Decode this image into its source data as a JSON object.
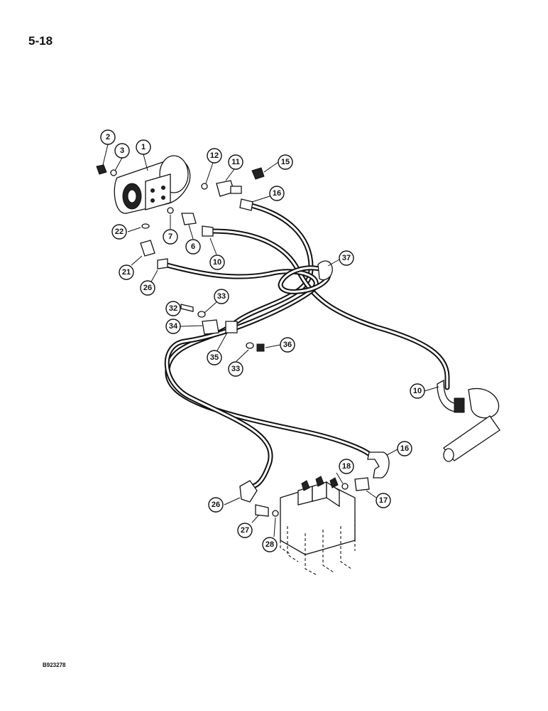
{
  "page_number": "5-18",
  "figure_code": "B923278",
  "callouts": [
    {
      "label": "2"
    },
    {
      "label": "3"
    },
    {
      "label": "1"
    },
    {
      "label": "12"
    },
    {
      "label": "11"
    },
    {
      "label": "15"
    },
    {
      "label": "16"
    },
    {
      "label": "22"
    },
    {
      "label": "7"
    },
    {
      "label": "6"
    },
    {
      "label": "10"
    },
    {
      "label": "37"
    },
    {
      "label": "21"
    },
    {
      "label": "26"
    },
    {
      "label": "33"
    },
    {
      "label": "32"
    },
    {
      "label": "34"
    },
    {
      "label": "35"
    },
    {
      "label": "36"
    },
    {
      "label": "33"
    },
    {
      "label": "10"
    },
    {
      "label": "16"
    },
    {
      "label": "18"
    },
    {
      "label": "17"
    },
    {
      "label": "26"
    },
    {
      "label": "27"
    },
    {
      "label": "28"
    }
  ]
}
